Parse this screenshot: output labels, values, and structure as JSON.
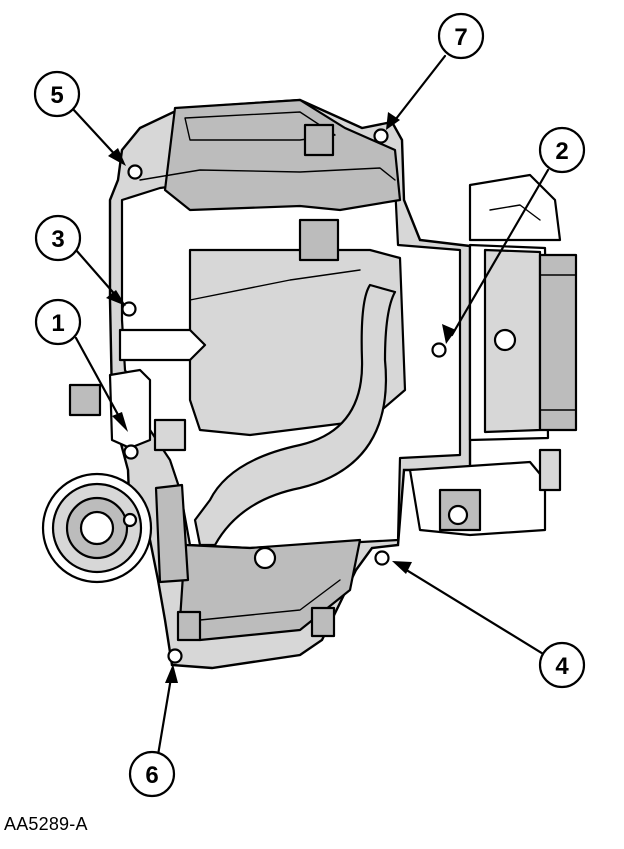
{
  "diagram": {
    "figure_id": "AA5289-A",
    "callouts": [
      {
        "key": "c1",
        "label": "1"
      },
      {
        "key": "c2",
        "label": "2"
      },
      {
        "key": "c3",
        "label": "3"
      },
      {
        "key": "c4",
        "label": "4"
      },
      {
        "key": "c5",
        "label": "5"
      },
      {
        "key": "c6",
        "label": "6"
      },
      {
        "key": "c7",
        "label": "7"
      }
    ]
  },
  "colors": {
    "line": "#000000",
    "shade_light": "#d7d7d7",
    "shade_mid": "#bcbcbc",
    "shade_dark": "#9c9c9c",
    "background": "#ffffff"
  }
}
